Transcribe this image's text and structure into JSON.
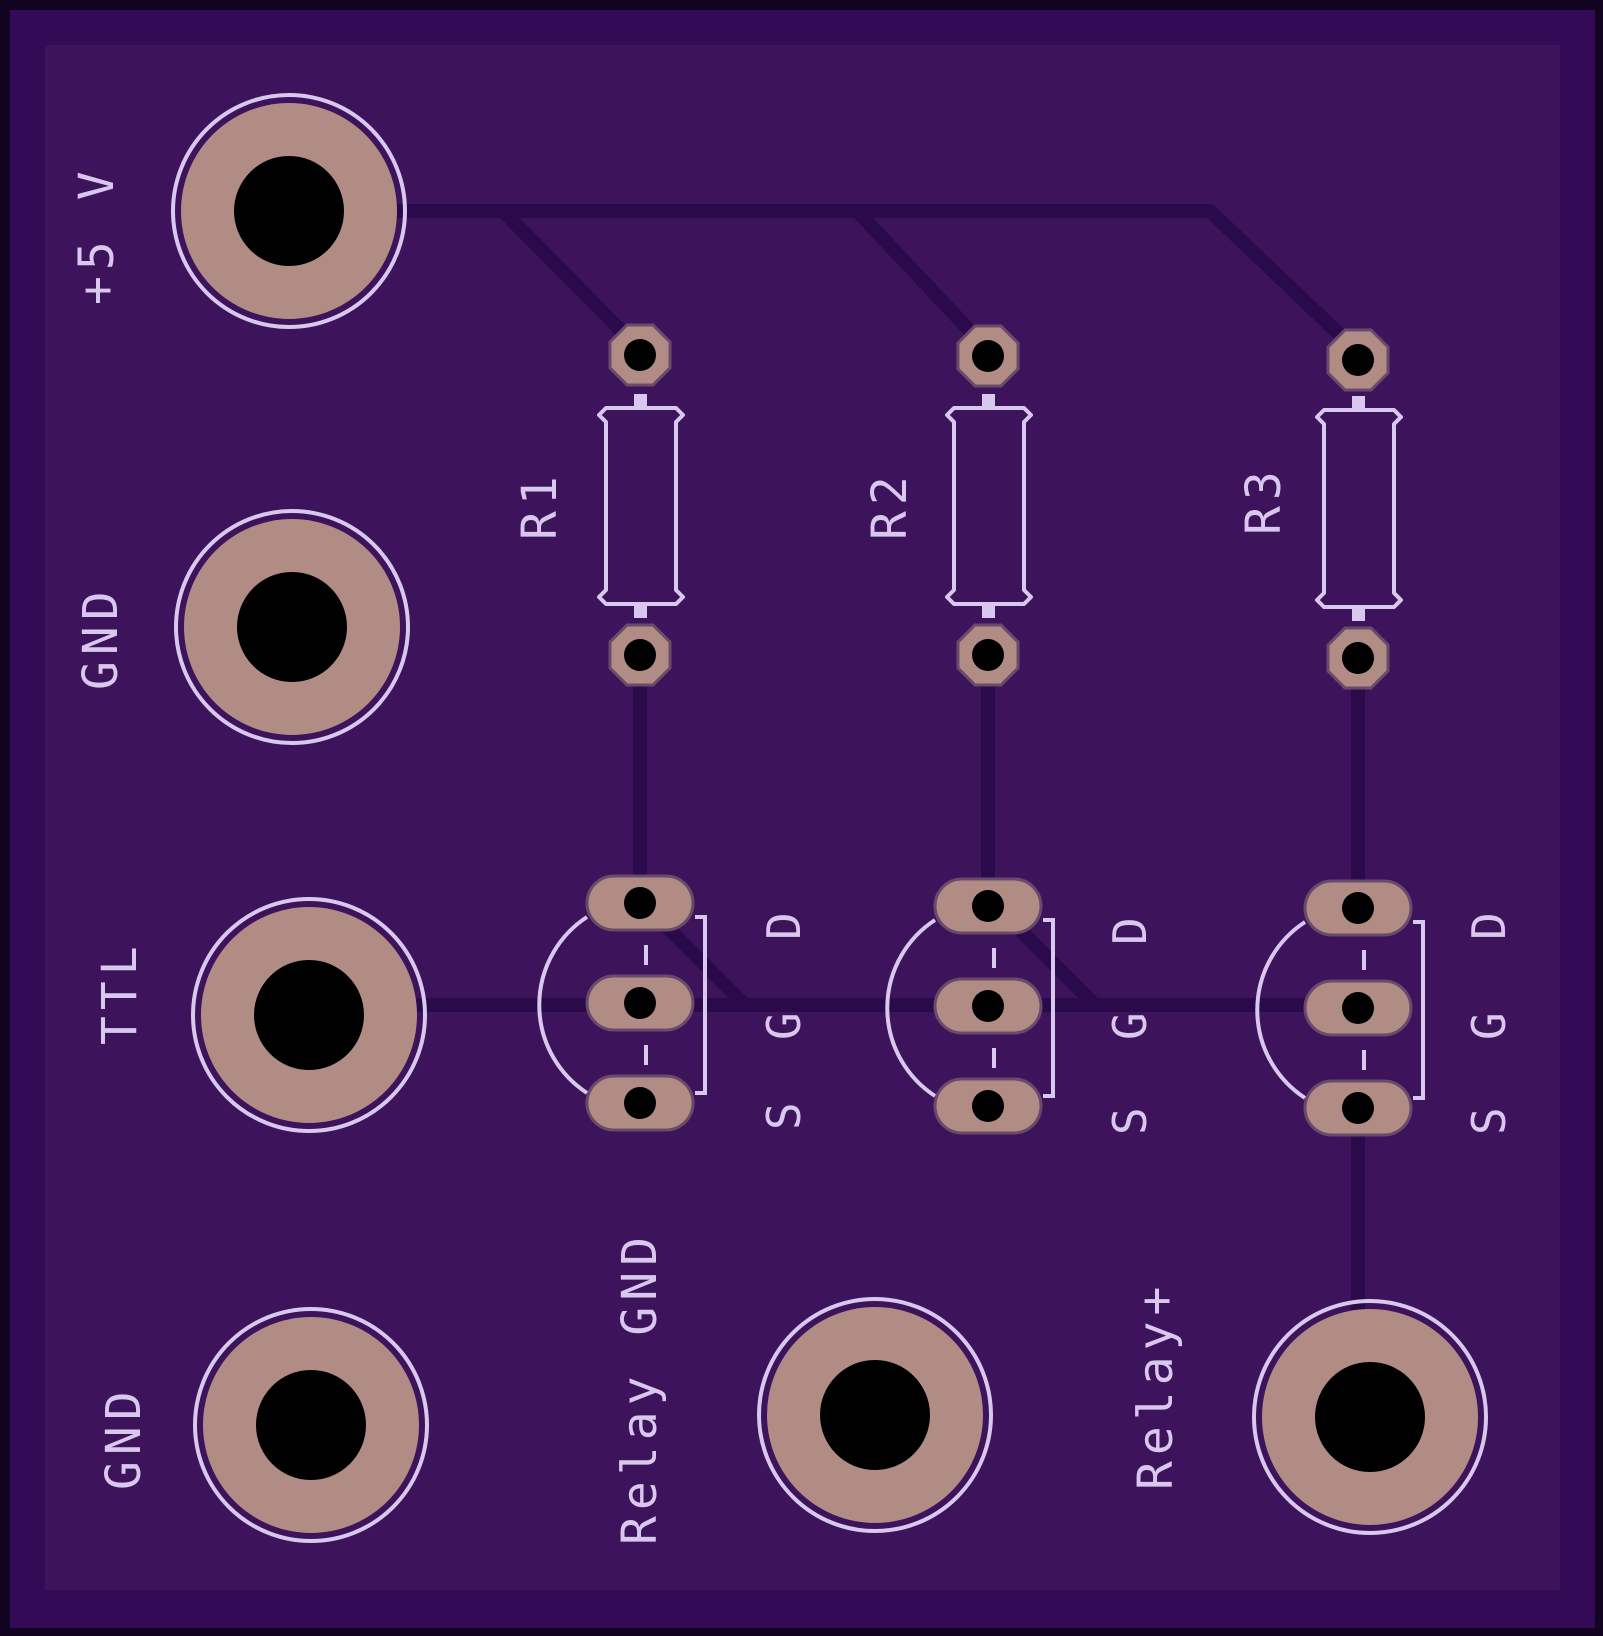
{
  "board": {
    "colors": {
      "substrate": "#330a55",
      "mask": "#3d145c",
      "copper": "#b08c84",
      "trace": "#2a0a4a",
      "silk": "#d9c8ee",
      "drill": "#000000"
    },
    "labels": {
      "v5": "+5 V",
      "gnd_top": "GND",
      "ttl": "TTL",
      "gnd_bottom": "GND",
      "relay_gnd": "Relay GND",
      "relay_plus": "Relay+"
    },
    "resistors": [
      {
        "ref": "R1"
      },
      {
        "ref": "R2"
      },
      {
        "ref": "R3"
      }
    ],
    "transistor_pins": [
      {
        "d": "D",
        "g": "G",
        "s": "S"
      },
      {
        "d": "D",
        "g": "G",
        "s": "S"
      },
      {
        "d": "D",
        "g": "G",
        "s": "S"
      }
    ]
  }
}
